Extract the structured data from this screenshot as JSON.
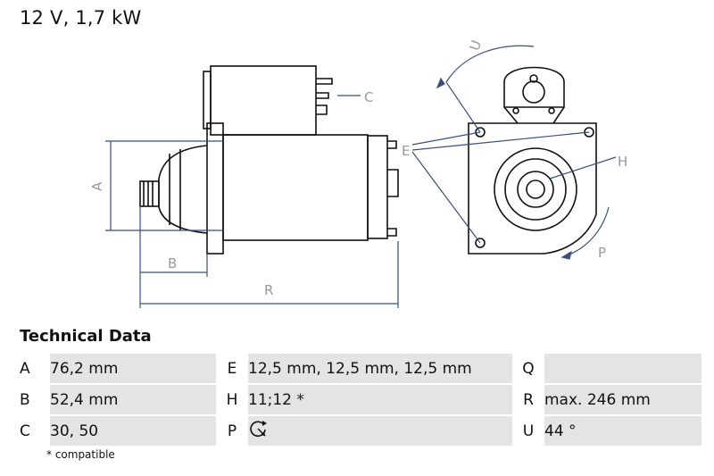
{
  "header": {
    "title": "12 V, 1,7 kW"
  },
  "drawing_labels": {
    "A": "A",
    "B": "B",
    "C": "C",
    "E": "E",
    "H": "H",
    "P": "P",
    "R": "R",
    "U": "U"
  },
  "technical_data": {
    "heading": "Technical Data",
    "rows": [
      [
        {
          "key": "A",
          "value": "76,2 mm"
        },
        {
          "key": "E",
          "value": "12,5 mm, 12,5 mm, 12,5 mm"
        },
        {
          "key": "Q",
          "value": ""
        }
      ],
      [
        {
          "key": "B",
          "value": "52,4 mm"
        },
        {
          "key": "H",
          "value": "11;12 *"
        },
        {
          "key": "R",
          "value": "max. 246 mm"
        }
      ],
      [
        {
          "key": "C",
          "value": "30, 50"
        },
        {
          "key": "P",
          "value": "",
          "icon": "rotation-direction-icon"
        },
        {
          "key": "U",
          "value": "44 °"
        }
      ]
    ],
    "footnote": "* compatible"
  }
}
